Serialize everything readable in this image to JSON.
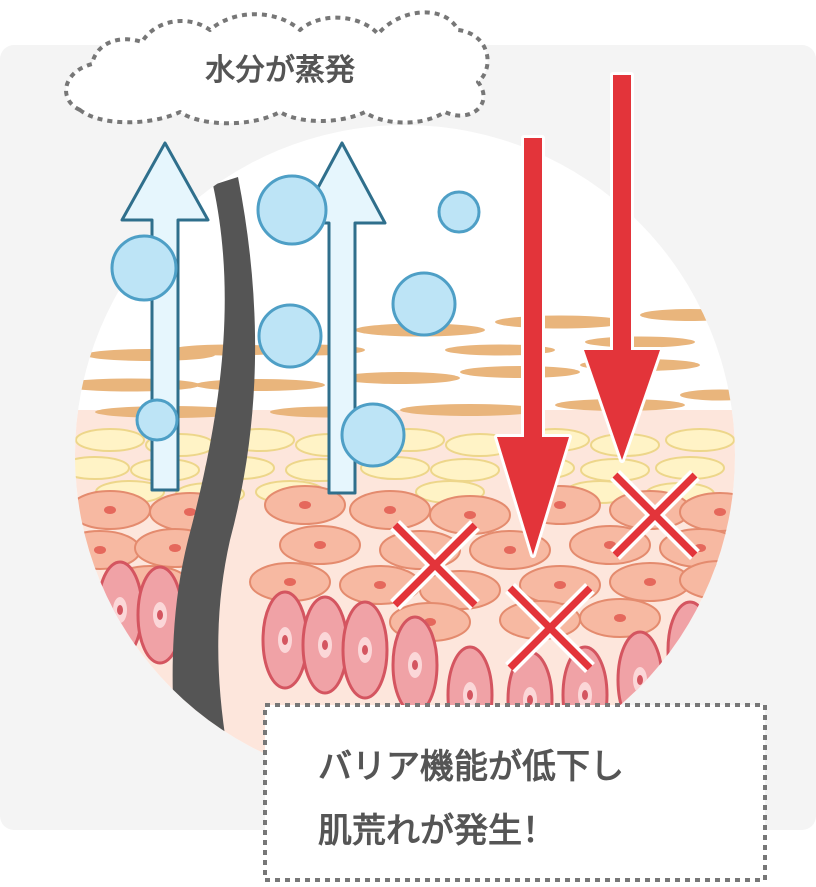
{
  "labels": {
    "evaporation": "水分が蒸発",
    "barrier_line1": "バリア機能が低下し",
    "barrier_line2": "肌荒れが発生！"
  },
  "colors": {
    "panel": "#f4f4f4",
    "skin_base": "#fde6dc",
    "stratum": "#e9b57c",
    "granular_cell": "#fff3c6",
    "granular_outline": "#edd68a",
    "spinous_cell": "#f7b9a2",
    "spinous_outline": "#e48b6e",
    "basal_cell": "#f0a2a6",
    "basal_outline": "#d45560",
    "nucleus": "#e5685c",
    "hair": "#555555",
    "water_arrow_fill": "#e6f6fd",
    "water_arrow_stroke": "#2f6f8c",
    "droplet_fill": "#bde4f6",
    "droplet_stroke": "#4e9fc6",
    "irritant_arrow": "#e3343a",
    "cross_mark": "#e3343a",
    "label_text": "#555555",
    "dotted_border": "#777777"
  },
  "icons": [
    "cloud-bubble",
    "up-arrow",
    "down-arrow",
    "cross-mark",
    "water-droplet",
    "hair-strand"
  ]
}
